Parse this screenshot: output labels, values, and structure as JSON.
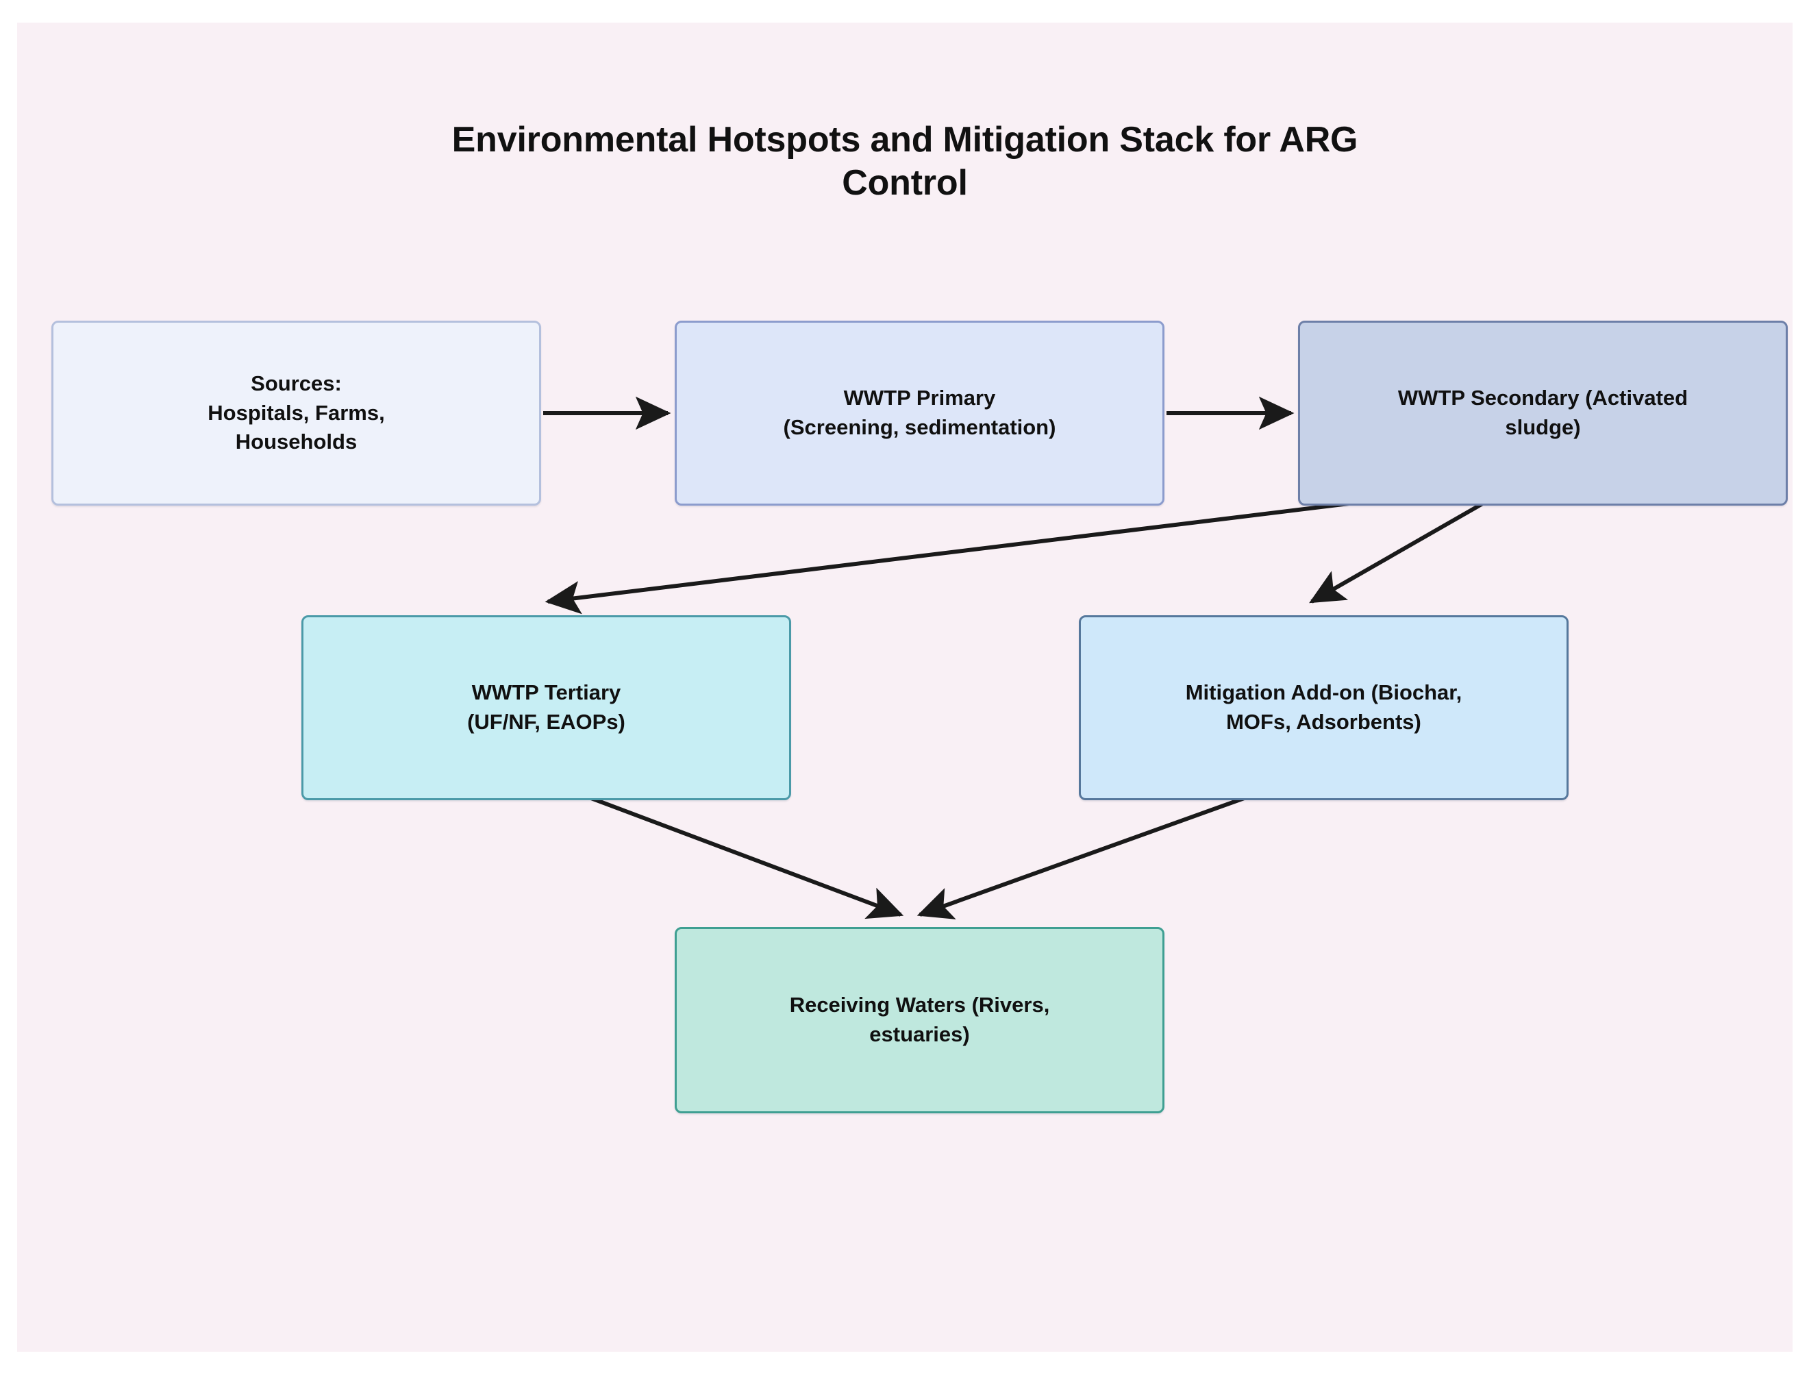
{
  "title": {
    "line1": "Environmental Hotspots and Mitigation Stack for ARG",
    "line2": "Control"
  },
  "colors": {
    "canvas_background": "#f9f0f5",
    "page_background": "#ffffff",
    "edge_stroke": "#1a1a1a",
    "text": "#101010"
  },
  "nodes": [
    {
      "id": "sources",
      "label": "Sources:\nHospitals, Farms,\nHouseholds",
      "fill": "#eef2fb",
      "stroke": "#b4c0dd"
    },
    {
      "id": "primary",
      "label": "WWTP Primary\n(Screening, sedimentation)",
      "fill": "#dde6f9",
      "stroke": "#8c9ccd"
    },
    {
      "id": "secondary",
      "label": "WWTP Secondary (Activated\nsludge)",
      "fill": "#c7d2e8",
      "stroke": "#6d7fa8"
    },
    {
      "id": "tertiary",
      "label": "WWTP Tertiary\n(UF/NF, EAOPs)",
      "fill": "#c7eef4",
      "stroke": "#4b9aa8"
    },
    {
      "id": "mitigation",
      "label": "Mitigation Add-on (Biochar,\nMOFs, Adsorbents)",
      "fill": "#cfe8fa",
      "stroke": "#56789c"
    },
    {
      "id": "receiving",
      "label": "Receiving Waters (Rivers,\nestuaries)",
      "fill": "#bfe8de",
      "stroke": "#3f9f92"
    }
  ],
  "edges": [
    {
      "id": "sources-to-primary",
      "from": "sources",
      "to": "primary",
      "label": ""
    },
    {
      "id": "primary-to-secondary",
      "from": "primary",
      "to": "secondary",
      "label": ""
    },
    {
      "id": "secondary-to-tertiary",
      "from": "secondary",
      "to": "tertiary",
      "label": ""
    },
    {
      "id": "secondary-to-mitigation",
      "from": "secondary",
      "to": "mitigation",
      "label": ""
    },
    {
      "id": "tertiary-to-receiving",
      "from": "tertiary",
      "to": "receiving",
      "label": ""
    },
    {
      "id": "mitigation-to-receiving",
      "from": "mitigation",
      "to": "receiving",
      "label": ""
    }
  ]
}
